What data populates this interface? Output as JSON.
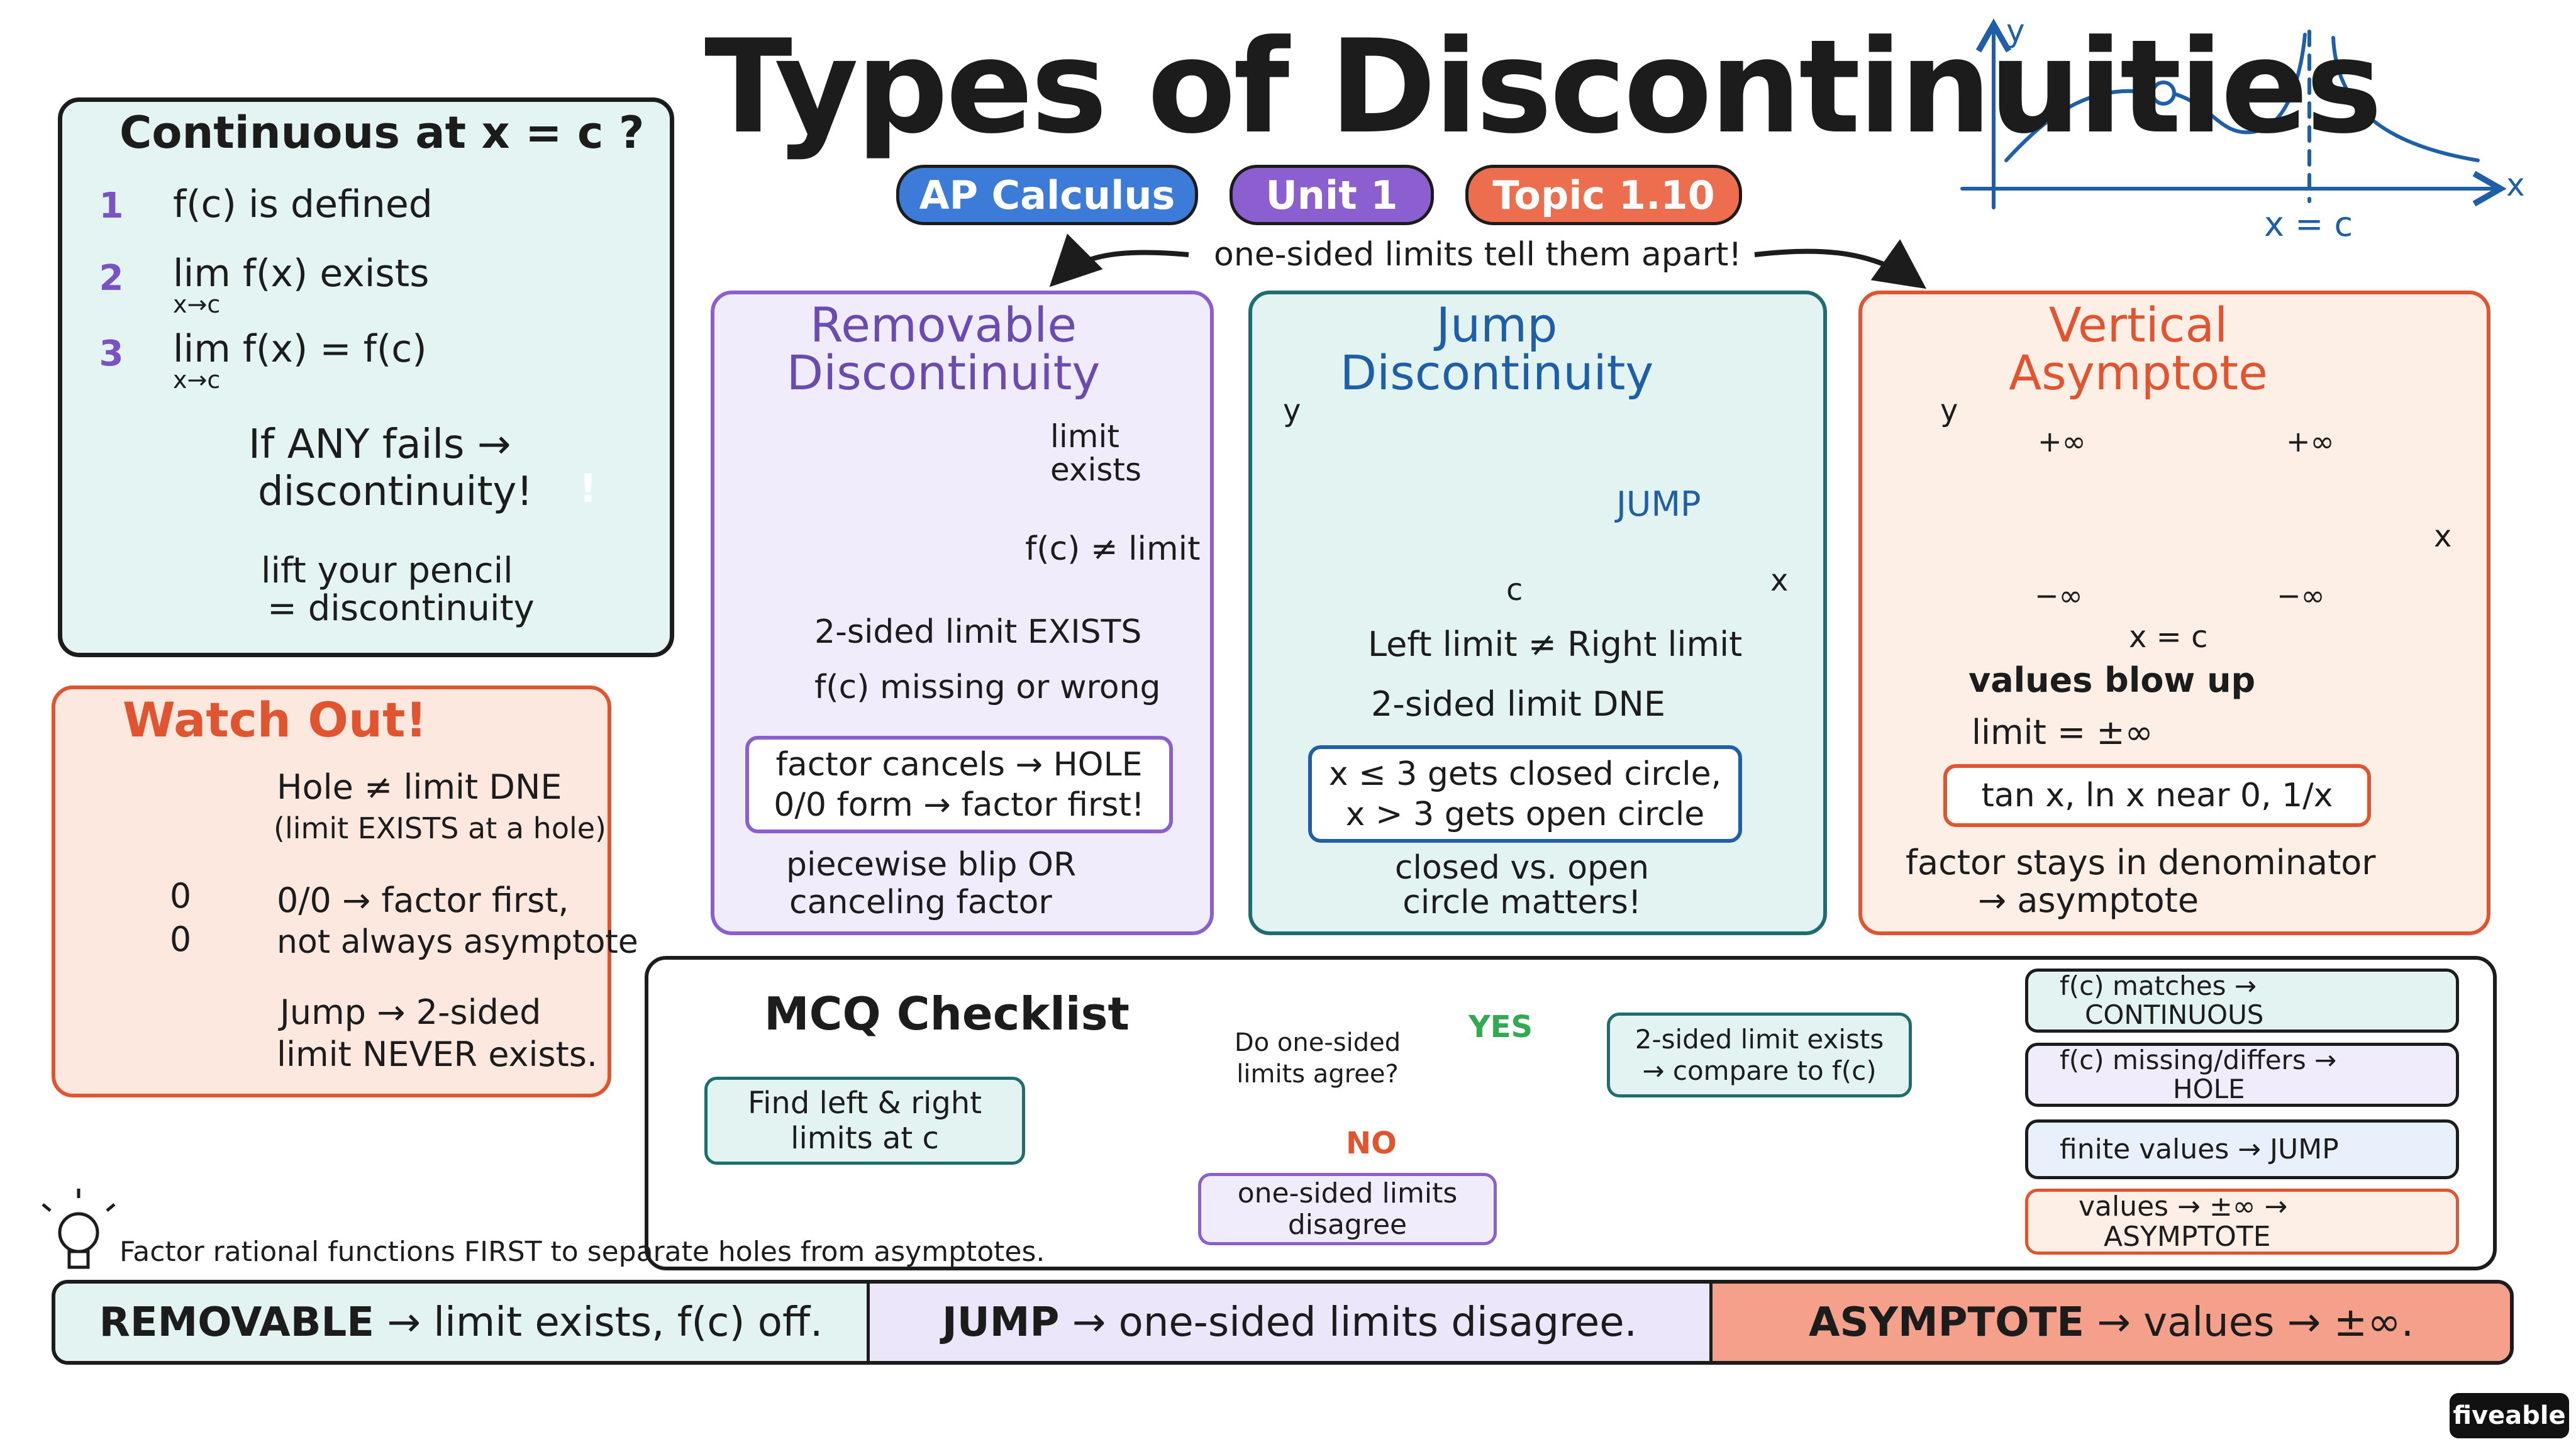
{
  "title": "Types of Discontinuities",
  "badges": [
    {
      "label": "AP Calculus",
      "color": "#3d7bd9"
    },
    {
      "label": "Unit 1",
      "color": "#8b5fd0"
    },
    {
      "label": "Topic 1.10",
      "color": "#ec6e4e"
    }
  ],
  "one_sided_note": "one-sided limits tell them apart!",
  "header_graph": {
    "x_label": "x",
    "y_label": "y",
    "c_label": "x = c"
  },
  "continuity": {
    "title": "Continuous at x = c ?",
    "conditions": [
      {
        "num": "1",
        "text": "f(c)  is  defined"
      },
      {
        "num": "2",
        "text": "lim  f(x)  exists",
        "sub": "x→c"
      },
      {
        "num": "3",
        "text": "lim  f(x) = f(c)",
        "sub": "x→c"
      }
    ],
    "fail_line1": "If  ANY  fails  →",
    "fail_line2": "discontinuity!",
    "pencil_line1": "lift  your  pencil",
    "pencil_line2": "=  discontinuity"
  },
  "watch_out": {
    "title": "Watch  Out!",
    "frac_top": "0",
    "frac_bottom": "0",
    "rows": [
      {
        "line1": "Hole ≠ limit DNE",
        "line2": "(limit EXISTS at a hole)"
      },
      {
        "line1": "0/0  →  factor first,",
        "line2": "not  always  asymptote"
      },
      {
        "line1": "Jump  →  2-sided",
        "line2": "limit  NEVER  exists."
      }
    ]
  },
  "removable": {
    "title_line1": "Removable",
    "title_line2": "Discontinuity",
    "graph_limit_line1": "limit",
    "graph_limit_line2": "exists",
    "graph_fc": "f(c) ≠ limit",
    "check1": "2-sided  limit  EXISTS",
    "check2": "f(c)  missing  or  wrong",
    "box_line1": "factor cancels → HOLE",
    "box_line2": "0/0  form  →  factor first!",
    "note_line1": "piecewise  blip  OR",
    "note_line2": "canceling  factor",
    "color": "#6a4bb0"
  },
  "jump": {
    "title_line1": "Jump",
    "title_line2": "Discontinuity",
    "graph_y": "y",
    "graph_x": "x",
    "graph_c": "c",
    "graph_jump": "JUMP",
    "check1": "Left  limit  ≠  Right  limit",
    "check2": "2-sided  limit  DNE",
    "box_line1": "x ≤ 3  gets  closed  circle,",
    "box_line2": "x > 3  gets  open  circle",
    "note_line1": "closed  vs.  open",
    "note_line2": "circle  matters!",
    "color": "#1f5fa8"
  },
  "vertical": {
    "title_line1": "Vertical",
    "title_line2": "Asymptote",
    "graph_y": "y",
    "graph_x": "x",
    "plus_inf": "+∞",
    "minus_inf": "−∞",
    "c_label": "x = c",
    "check1": "values  blow  up",
    "check2": "limit  =  ±∞",
    "box": "tan x,  ln x  near  0,  1/x",
    "note_line1": "factor  stays  in  denominator",
    "note_line2": "→  asymptote",
    "color": "#e0552f"
  },
  "mcq": {
    "title": "MCQ  Checklist",
    "start_line1": "Find  left  &  right",
    "start_line2": "limits  at  c",
    "diamond_line1": "Do  one-sided",
    "diamond_line2": "limits  agree?",
    "yes": "YES",
    "no": "NO",
    "exists_line1": "2-sided  limit  exists",
    "exists_line2": "→  compare  to  f(c)",
    "disagree_line1": "one-sided  limits",
    "disagree_line2": "disagree",
    "outcomes": [
      {
        "line1": "f(c)  matches  →",
        "line2": "CONTINUOUS"
      },
      {
        "line1": "f(c)  missing/differs  →",
        "line2": "HOLE"
      },
      {
        "line1": "finite  values  →  JUMP",
        "line2": ""
      },
      {
        "line1": "values  →  ±∞  →",
        "line2": "ASYMPTOTE"
      }
    ]
  },
  "tip": "Factor  rational  functions  FIRST  to  separate  holes  from  asymptotes.",
  "summary": [
    {
      "bold": "REMOVABLE",
      "rest": "limit  exists,  f(c)  off."
    },
    {
      "bold": "JUMP",
      "rest": "one-sided  limits  disagree."
    },
    {
      "bold": "ASYMPTOTE",
      "rest": "values  →  ±∞."
    }
  ],
  "brand": "fiveable"
}
